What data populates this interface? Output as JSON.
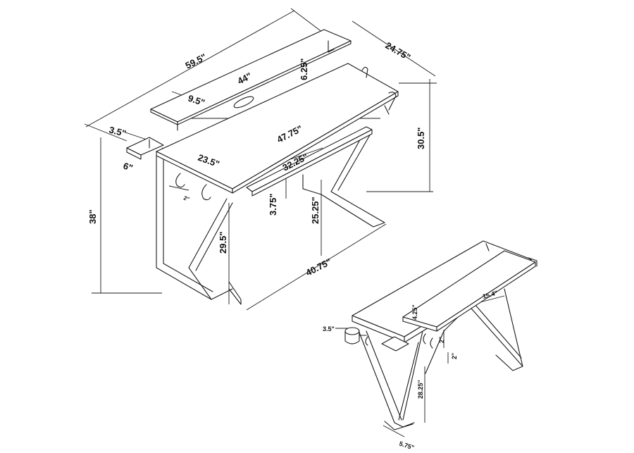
{
  "dimensions": {
    "width_overall": "59.5\"",
    "depth_overall": "24.75\"",
    "monitor_shelf_width": "44\"",
    "monitor_shelf_depth": "9.5\"",
    "monitor_shelf_height": "6.25\"",
    "side_tray_depth": "3.5\"",
    "side_tray_width": "6\"",
    "desktop_width": "47.75\"",
    "desktop_depth": "23.5\"",
    "keyboard_tray_width": "32.25\"",
    "keyboard_tray_height": "3.75\"",
    "under_tray_clearance": "25.25\"",
    "desktop_height": "30.5\"",
    "overall_height": "38\"",
    "knee_height": "29.5\"",
    "leg_span": "40.75\"",
    "hook_gap": "2\""
  },
  "detail_dimensions": {
    "cup_holder_offset": "3.5\"",
    "monitor_shelf_rise": "4.25\"",
    "shelf_slot_width": "15.4\"",
    "hook_spacing_a": "2\"",
    "hook_spacing_b": "2\"",
    "leg_clearance": "28.25\"",
    "foot_width": "5.75\""
  }
}
